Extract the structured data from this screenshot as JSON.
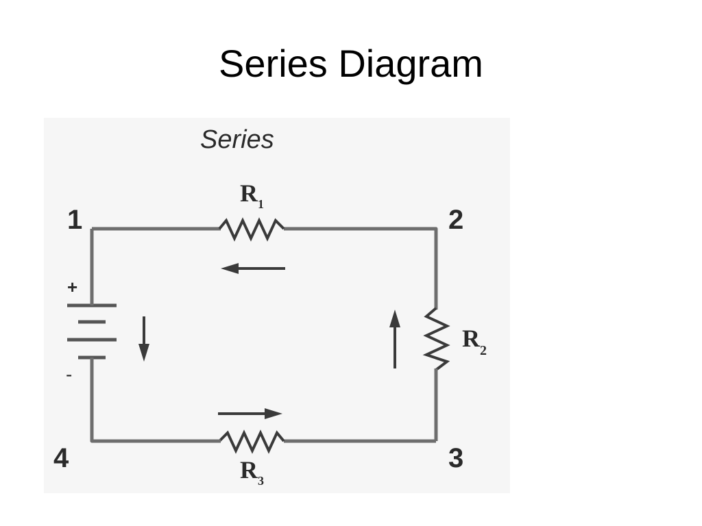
{
  "slide": {
    "title": "Series Diagram"
  },
  "diagram": {
    "heading": "Series",
    "nodes": [
      "1",
      "2",
      "3",
      "4"
    ],
    "battery": {
      "positive": "+",
      "negative": "-"
    },
    "resistors": {
      "r1": {
        "letter": "R",
        "subscript": "1"
      },
      "r2": {
        "letter": "R",
        "subscript": "2"
      },
      "r3": {
        "letter": "R",
        "subscript": "3"
      }
    },
    "colors": {
      "wire": "#6e6e6e",
      "ink": "#3a3a3a",
      "panel": "#f6f6f6"
    }
  }
}
